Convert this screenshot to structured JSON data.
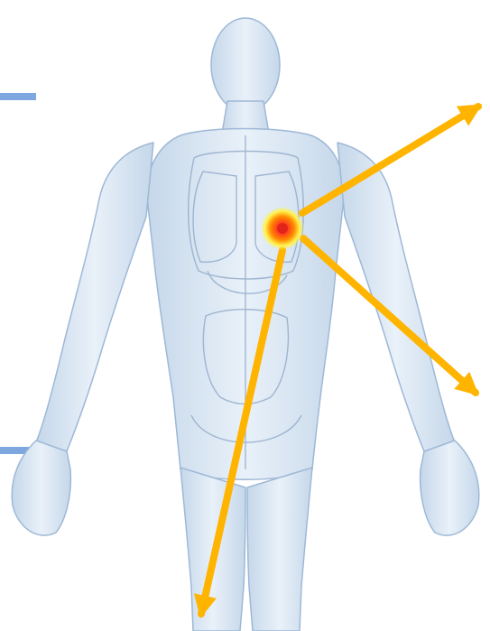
{
  "image": {
    "subject": "human-body-anatomy",
    "view": "front",
    "style": "translucent-blue"
  },
  "hotspot": {
    "icon": "pain-point-marker-icon",
    "colors": {
      "core": "#e2231a",
      "middle": "#ff8c00",
      "halo": "#fff34d"
    }
  },
  "arrows": {
    "color": "#ffb400",
    "count": 3,
    "directions": [
      "upper-right",
      "lower-right",
      "down"
    ]
  },
  "side_markers": {
    "color": "#7ea7e0",
    "count": 2
  }
}
